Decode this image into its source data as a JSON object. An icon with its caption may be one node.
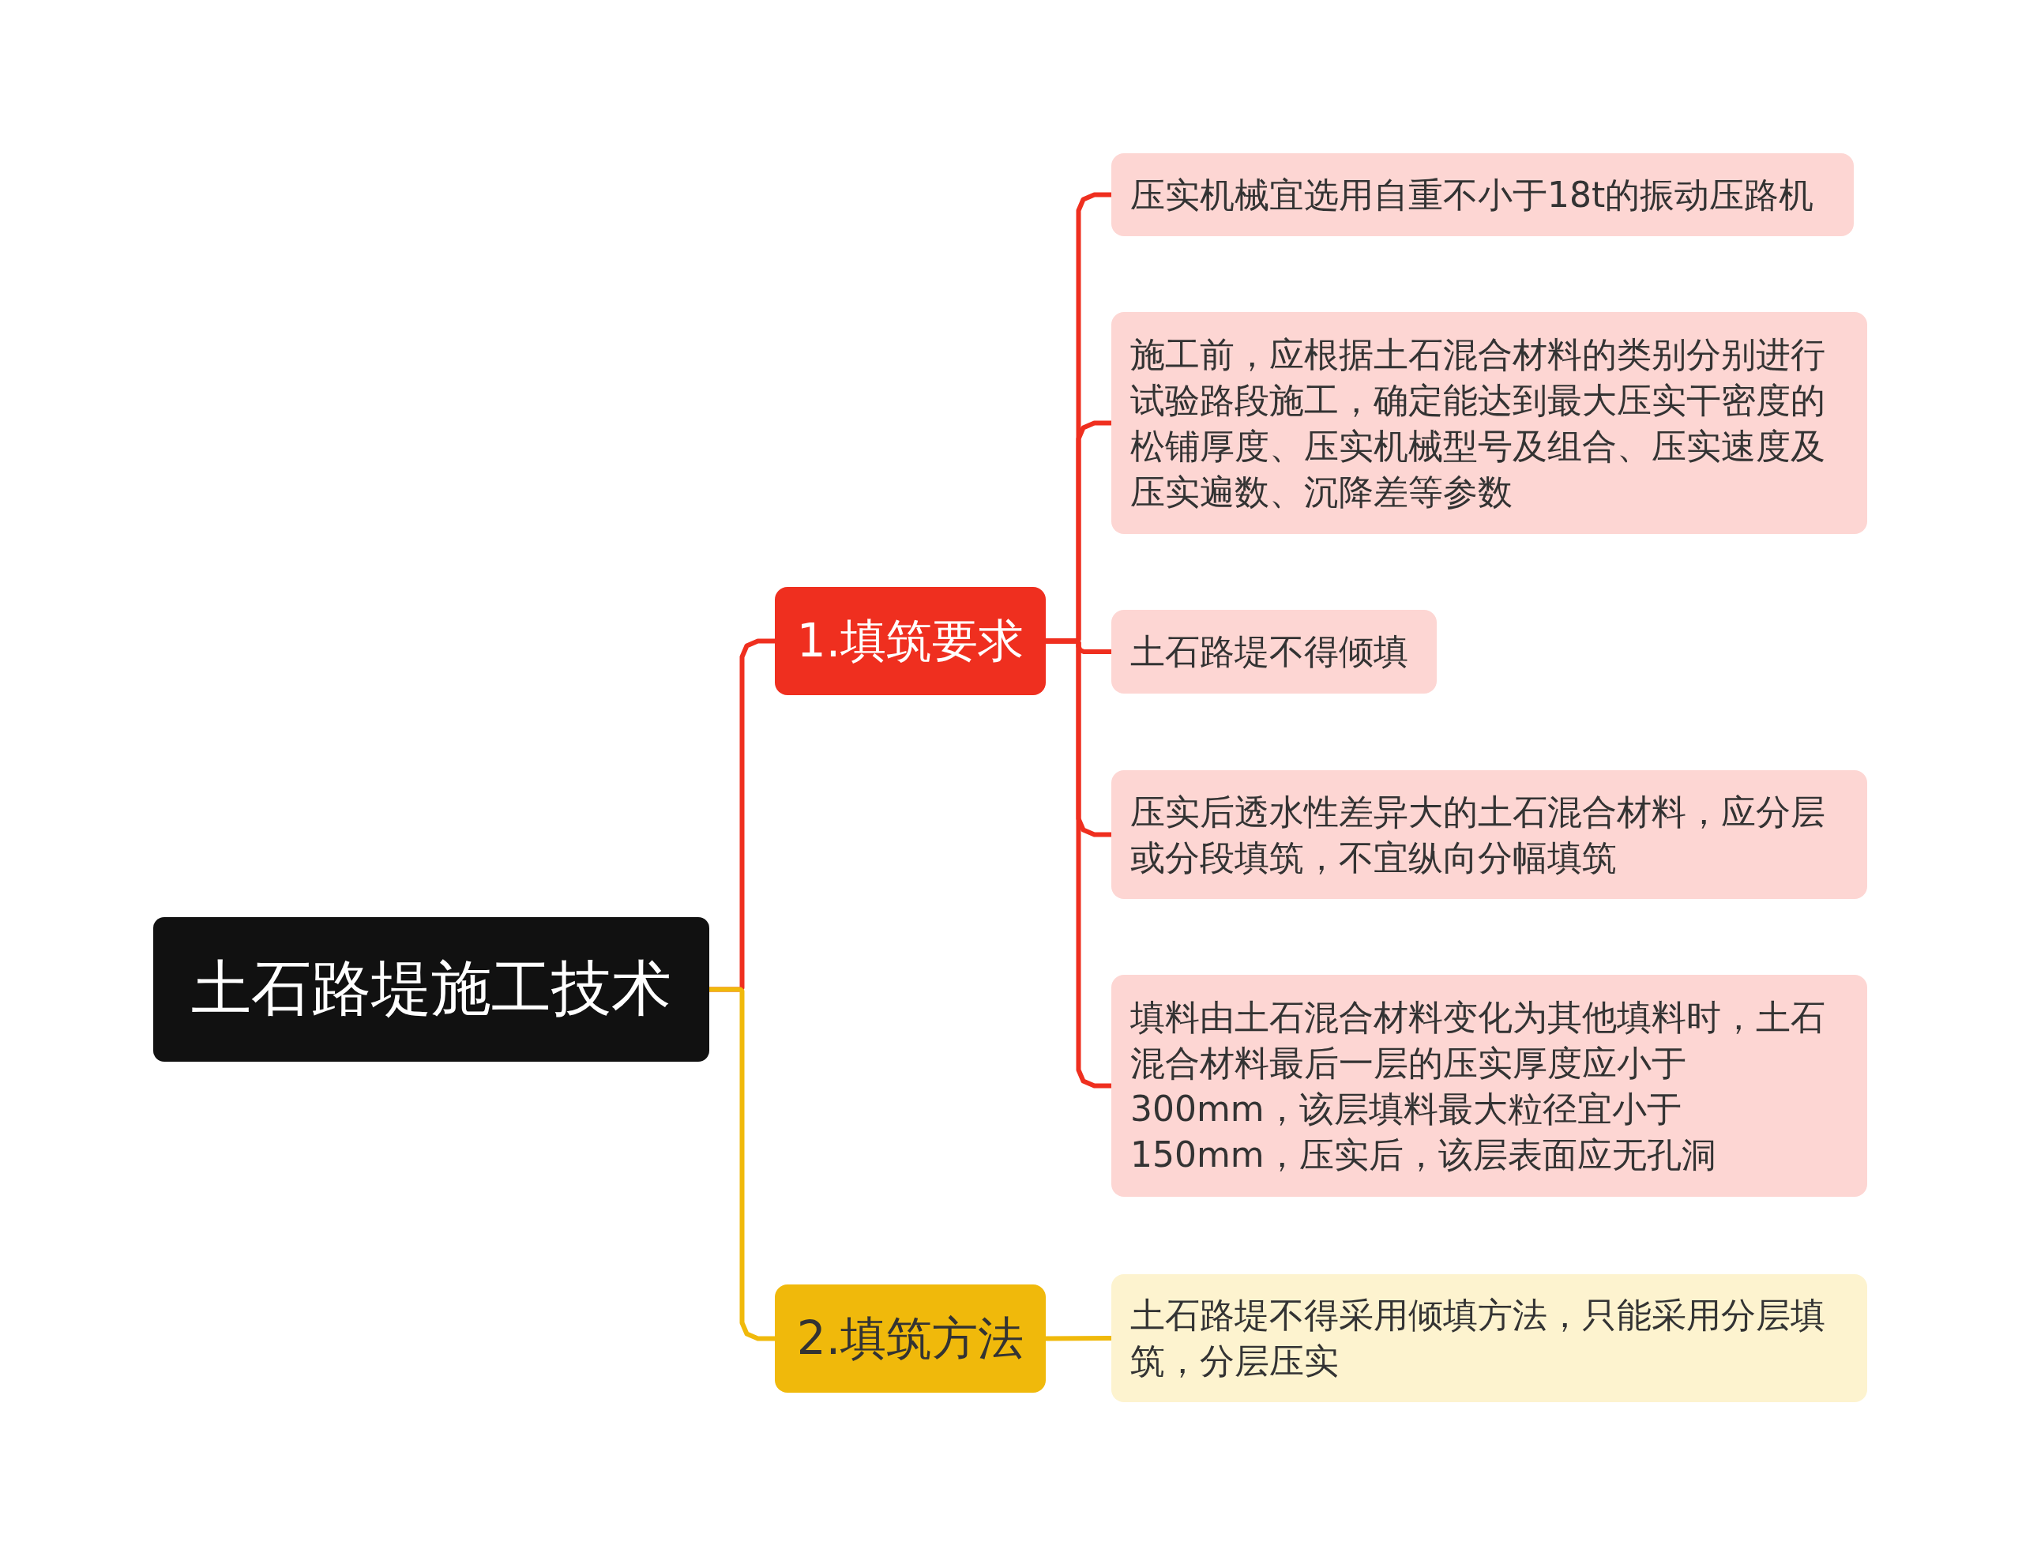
{
  "diagram": {
    "nodes": [
      {
        "text": [
          "土石路堤施工技术"
        ]
      },
      {
        "text": [
          "1.填筑要求"
        ]
      },
      {
        "text": [
          "压实机械宜选用自重不小于18t的振动压路机"
        ]
      },
      {
        "text": [
          "施工前，应根据土石混合材料的类别分别进行试验路段施工，确定能达到最大压实干密度的松铺厚度、压实机械型号及组合、压实速度及压实遍数、沉降差等参数"
        ]
      },
      {
        "text": [
          "土石路堤不得倾填"
        ]
      },
      {
        "text": [
          "压实后透水性差异大的土石混合材料，应分层或分段填筑，不宜纵向分幅填筑"
        ]
      },
      {
        "text": [
          "填料由土石混合材料变化为其他填料时，土石混合材料最后一层的压实厚度应小于300mm，该层填料最大粒径宜小于150mm，压实后，该层表面应无孔洞"
        ]
      },
      {
        "text": [
          "2.填筑方法"
        ]
      },
      {
        "text": [
          "土石路堤不得采用倾填方法，只能采用分层填筑，分层压实"
        ]
      }
    ],
    "edges": [
      {
        "from": 0,
        "to": 1,
        "arrow": "none"
      },
      {
        "from": 1,
        "to": 2,
        "arrow": "none"
      },
      {
        "from": 1,
        "to": 3,
        "arrow": "none"
      },
      {
        "from": 1,
        "to": 4,
        "arrow": "none"
      },
      {
        "from": 1,
        "to": 5,
        "arrow": "none"
      },
      {
        "from": 1,
        "to": 6,
        "arrow": "none"
      },
      {
        "from": 0,
        "to": 7,
        "arrow": "none",
        "color": "#f0b90b"
      },
      {
        "from": 7,
        "to": 8,
        "arrow": "none",
        "color": "#f0b90b"
      }
    ]
  }
}
